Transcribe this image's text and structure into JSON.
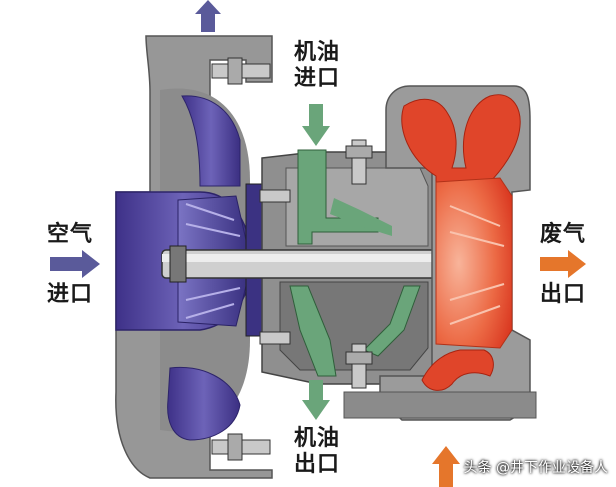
{
  "labels": {
    "oil_inlet_line1": "机油",
    "oil_inlet_line2": "进口",
    "air_inlet_line1": "空气",
    "air_inlet_line2": "进口",
    "exhaust_outlet_line1": "废气",
    "exhaust_outlet_line2": "出口",
    "oil_outlet_line1": "机油",
    "oil_outlet_line2": "出口"
  },
  "watermark": "头条 @井下作业设备人",
  "colors": {
    "housing": "#9a9a9a",
    "compressor": "#5c4fa0",
    "turbine": "#e0452a",
    "oil": "#6aa57a",
    "arrow_air": "#5a5a9a",
    "arrow_exhaust": "#e5762b"
  }
}
